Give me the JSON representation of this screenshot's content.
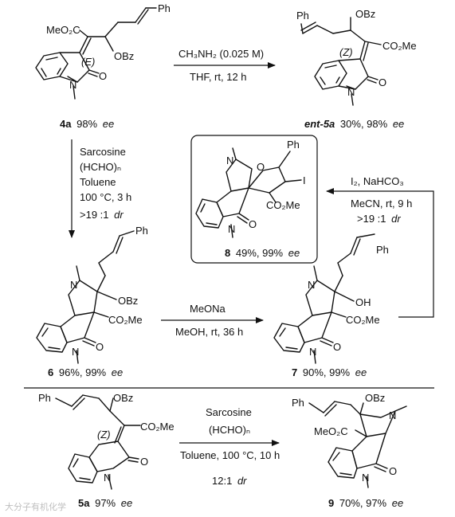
{
  "compounds": {
    "c4a": {
      "number": "4a",
      "yield": "98%",
      "ee": "ee",
      "labels": {
        "ester": "MeO₂C",
        "geom": "(E)",
        "obz": "OBz",
        "ph": "Ph",
        "n": "N",
        "me": "\\",
        "o": "O"
      }
    },
    "ent5a": {
      "number": "ent-5a",
      "yield": "30%, 98%",
      "ee": "ee",
      "labels": {
        "ph": "Ph",
        "obz": "OBz",
        "ester": "CO₂Me",
        "geom": "(Z)",
        "n": "N",
        "o": "O"
      }
    },
    "c8": {
      "number": "8",
      "yield": "49%, 99%",
      "ee": "ee",
      "labels": {
        "ph": "Ph",
        "i": "I",
        "o_ring": "O",
        "n1": "N",
        "n2": "N",
        "ester": "CO₂Me",
        "o": "O"
      }
    },
    "c6": {
      "number": "6",
      "yield": "96%, 99%",
      "ee": "ee",
      "labels": {
        "ph": "Ph",
        "obz": "OBz",
        "ester": "CO₂Me",
        "n1": "N",
        "n2": "N",
        "o": "O"
      }
    },
    "c7": {
      "number": "7",
      "yield": "90%, 99%",
      "ee": "ee",
      "labels": {
        "ph": "Ph",
        "oh": "OH",
        "ester": "CO₂Me",
        "n1": "N",
        "n2": "N",
        "o": "O"
      }
    },
    "c5a": {
      "number": "5a",
      "yield": "97%",
      "ee": "ee",
      "labels": {
        "ph": "Ph",
        "obz": "OBz",
        "ester": "CO₂Me",
        "geom": "(Z)",
        "n": "N",
        "o": "O"
      }
    },
    "c9": {
      "number": "9",
      "yield": "70%, 97%",
      "ee": "ee",
      "labels": {
        "ph": "Ph",
        "obz": "OBz",
        "ester": "MeO₂C",
        "n1": "N",
        "n2": "N",
        "o": "O"
      }
    }
  },
  "reactions": {
    "r1": {
      "above": "CH₃NH₂ (0.025 M)",
      "below": "THF, rt, 12 h"
    },
    "r2": {
      "lines": [
        "Sarcosine",
        "(HCHO)ₙ",
        "Toluene",
        "100 °C, 3 h"
      ],
      "dr": ">19 :1",
      "dr_unit": "dr"
    },
    "r3": {
      "above": "MeONa",
      "below": "MeOH, rt, 36 h"
    },
    "r4": {
      "above": "I₂, NaHCO₃",
      "below": "MeCN, rt, 9 h",
      "dr": ">19 :1",
      "dr_unit": "dr"
    },
    "r5": {
      "lines": [
        "Sarcosine",
        "(HCHO)ₙ",
        "Toluene, 100 °C, 10 h"
      ],
      "dr": "12:1",
      "dr_unit": "dr"
    }
  },
  "watermark": "大分子有机化学"
}
